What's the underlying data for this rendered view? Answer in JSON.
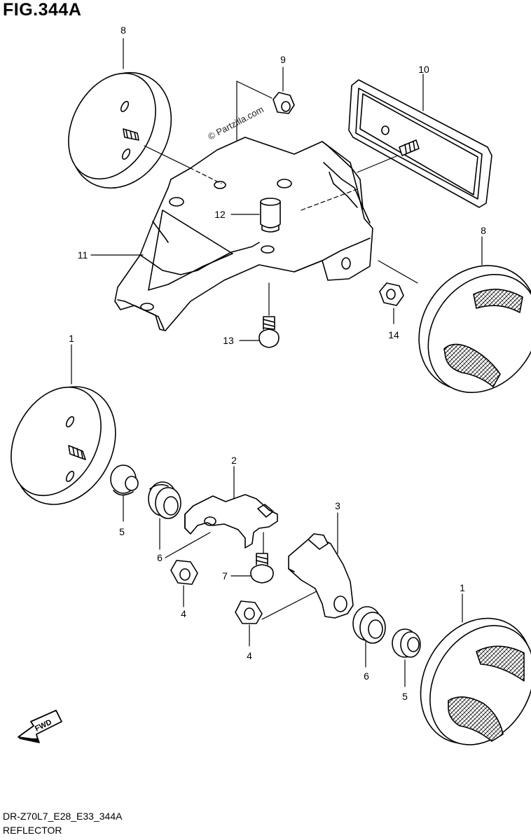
{
  "figure": {
    "title": "FIG.344A",
    "code": "DR-Z70L7_E28_E33_344A",
    "name": "REFLECTOR",
    "watermark": "© Partzilla.com",
    "fine_print": "",
    "direction_label": "FWD"
  },
  "callouts": [
    {
      "id": "c8a",
      "label": "8"
    },
    {
      "id": "c9",
      "label": "9"
    },
    {
      "id": "c10",
      "label": "10"
    },
    {
      "id": "c12",
      "label": "12"
    },
    {
      "id": "c11",
      "label": "11"
    },
    {
      "id": "c8b",
      "label": "8"
    },
    {
      "id": "c13",
      "label": "13"
    },
    {
      "id": "c14",
      "label": "14"
    },
    {
      "id": "c1a",
      "label": "1"
    },
    {
      "id": "c2",
      "label": "2"
    },
    {
      "id": "c3",
      "label": "3"
    },
    {
      "id": "c5a",
      "label": "5"
    },
    {
      "id": "c6a",
      "label": "6"
    },
    {
      "id": "c7",
      "label": "7"
    },
    {
      "id": "c4a",
      "label": "4"
    },
    {
      "id": "c1b",
      "label": "1"
    },
    {
      "id": "c4b",
      "label": "4"
    },
    {
      "id": "c6b",
      "label": "6"
    },
    {
      "id": "c5b",
      "label": "5"
    }
  ],
  "colors": {
    "ink": "#000000",
    "paper": "#ffffff"
  }
}
